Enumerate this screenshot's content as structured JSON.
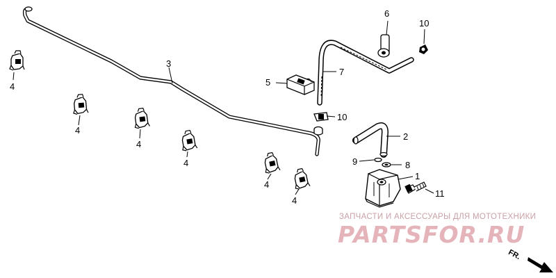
{
  "diagram": {
    "callouts": {
      "p1": "1",
      "p2": "2",
      "p3": "3",
      "p4a": "4",
      "p4b": "4",
      "p4c": "4",
      "p4d": "4",
      "p4e": "4",
      "p4f": "4",
      "p5": "5",
      "p6": "6",
      "p7": "7",
      "p8": "8",
      "p9": "9",
      "p10a": "10",
      "p10b": "10",
      "p11": "11"
    },
    "direction_label": "FR."
  },
  "watermark": {
    "text": "ЗАПЧАСТИ И АКСЕССУАРЫ ДЛЯ МОТОТЕХНИКИ",
    "logo": "PARTSFOR.RU",
    "colors": {
      "text": "#c9a0a6",
      "logo": "#d07882"
    }
  }
}
